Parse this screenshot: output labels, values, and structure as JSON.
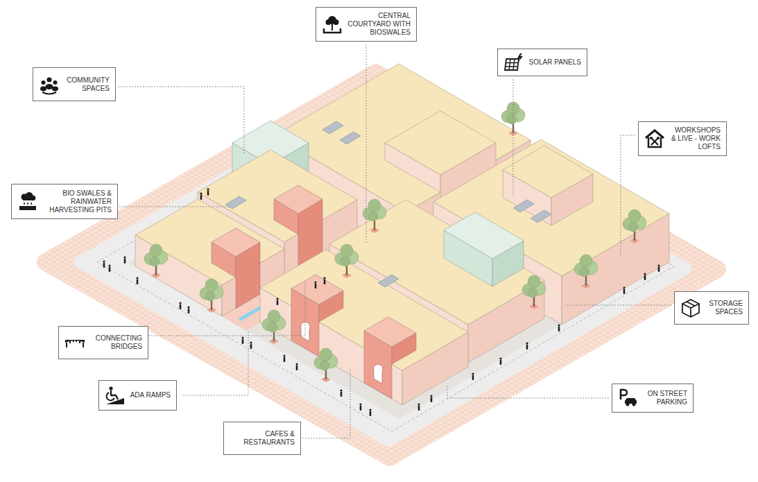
{
  "diagram": {
    "nodes": [
      {
        "text": [
          "CENTRAL COURTYARD WITH BIOSWALES"
        ]
      },
      {
        "text": [
          "SOLAR PANELS"
        ]
      },
      {
        "text": [
          "COMMUNITY SPACES"
        ]
      },
      {
        "text": [
          "WORKSHOPS & LIVE - WORK LOFTS"
        ]
      },
      {
        "text": [
          "BIO SWALES & RAINWATER HARVESTING PITS"
        ]
      },
      {
        "text": [
          "STORAGE SPACES"
        ]
      },
      {
        "text": [
          "CONNECTING BRIDGES"
        ]
      },
      {
        "text": [
          "ADA RAMPS"
        ]
      },
      {
        "text": [
          "ON STREET PARKING"
        ]
      },
      {
        "text": [
          "CAFES & RESTAURANTS"
        ]
      }
    ]
  }
}
